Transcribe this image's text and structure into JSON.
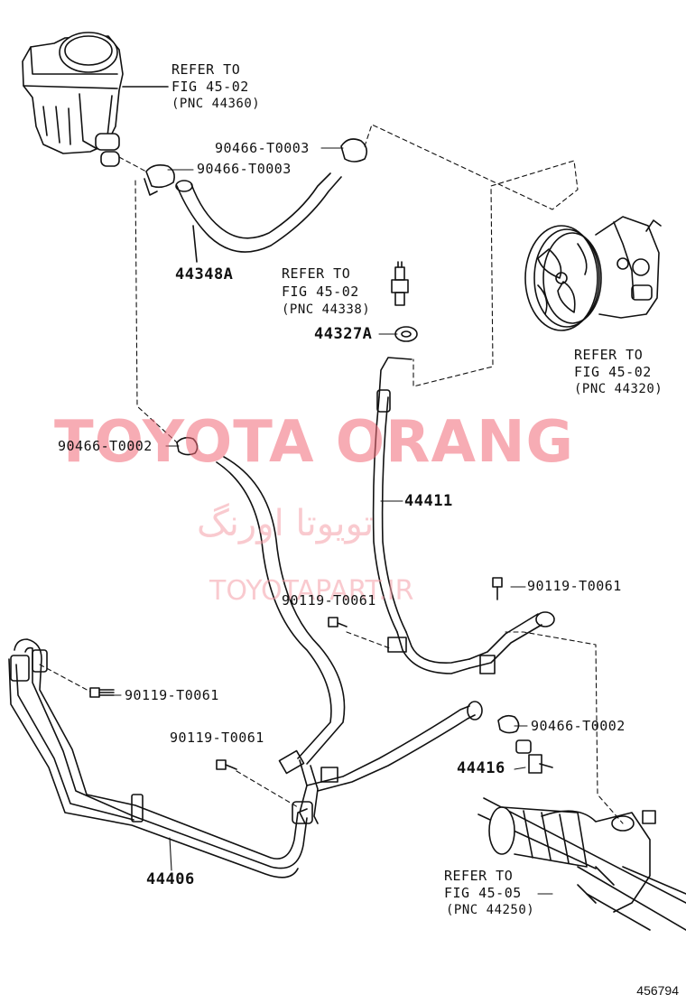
{
  "labels": {
    "reservoir_refer_1": "REFER TO",
    "reservoir_refer_2": "FIG 45-02",
    "reservoir_refer_3": "(PNC 44360)",
    "clamp_top": "90466-T0003",
    "clamp_reservoir": "90466-T0003",
    "hose_return": "44348A",
    "pump_refer_1": "REFER TO",
    "pump_refer_2": "FIG 45-02",
    "pump_refer_3": "(PNC 44320)",
    "switch_refer_1": "REFER TO",
    "switch_refer_2": "FIG 45-02",
    "switch_refer_3": "(PNC 44338)",
    "gasket": "44327A",
    "clamp_mid": "90466-T0002",
    "pressure_hose": "44411",
    "bolt_center": "90119-T0061",
    "bolt_upper_right": "90119-T0061",
    "bolt_left": "90119-T0061",
    "bolt_lower_mid": "90119-T0061",
    "clamp_lower_right": "90466-T0002",
    "union": "44416",
    "return_tube": "44406",
    "gear_refer_1": "REFER TO",
    "gear_refer_2": "FIG 45-05",
    "gear_refer_3": "(PNC 44250)"
  },
  "watermark": {
    "main": "TOYOTA ORANG",
    "persian": "تویوتا اورنگ",
    "url": "TOYOTAPART.IR"
  },
  "figure_id": "456794",
  "colors": {
    "line": "#111111",
    "watermark": "#f26a78",
    "watermark_light": "#f5a0a8"
  }
}
